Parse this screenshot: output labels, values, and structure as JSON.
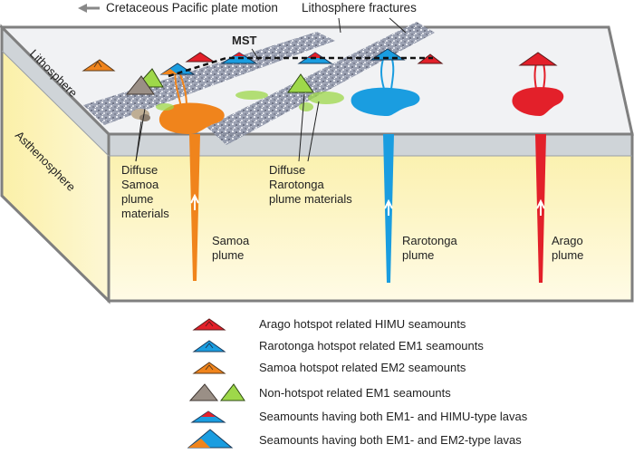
{
  "labels": {
    "plate_motion": "Cretaceous Pacific plate motion",
    "fractures": "Lithosphere fractures",
    "mst": "MST",
    "lithosphere": "Lithosphere",
    "asthenosphere": "Asthenosphere",
    "diffuse_samoa": [
      "Diffuse",
      "Samoa",
      "plume",
      "materials"
    ],
    "diffuse_rarotonga": [
      "Diffuse",
      "Rarotonga",
      "plume materials"
    ],
    "samoa_plume": [
      "Samoa",
      "plume"
    ],
    "rarotonga_plume": [
      "Rarotonga",
      "plume"
    ],
    "arago_plume": [
      "Arago",
      "plume"
    ]
  },
  "colors": {
    "arago": "#e3202a",
    "rarotonga": "#1a9de0",
    "samoa": "#f0841c",
    "nonhotspot_gray": "#9a8f86",
    "nonhotspot_green": "#9ed84a",
    "lithosphere_band": "#cfd4d8",
    "asthenosphere": "#fdf6c8",
    "top_surface": "#f1f2f4"
  },
  "legend": [
    {
      "icon": "arago-seamount-icon",
      "text": "Arago hotspot related HIMU seamounts"
    },
    {
      "icon": "rarotonga-seamount-icon",
      "text": "Rarotonga hotspot related EM1 seamounts"
    },
    {
      "icon": "samoa-seamount-icon",
      "text": "Samoa hotspot related EM2 seamounts"
    },
    {
      "icon": "nonhotspot-seamount-icon",
      "text": "Non-hotspot related EM1 seamounts"
    },
    {
      "icon": "em1-himu-seamount-icon",
      "text": "Seamounts having both EM1- and HIMU-type lavas"
    },
    {
      "icon": "em1-em2-seamount-icon",
      "text": "Seamounts having both EM1- and EM2-type lavas"
    }
  ]
}
